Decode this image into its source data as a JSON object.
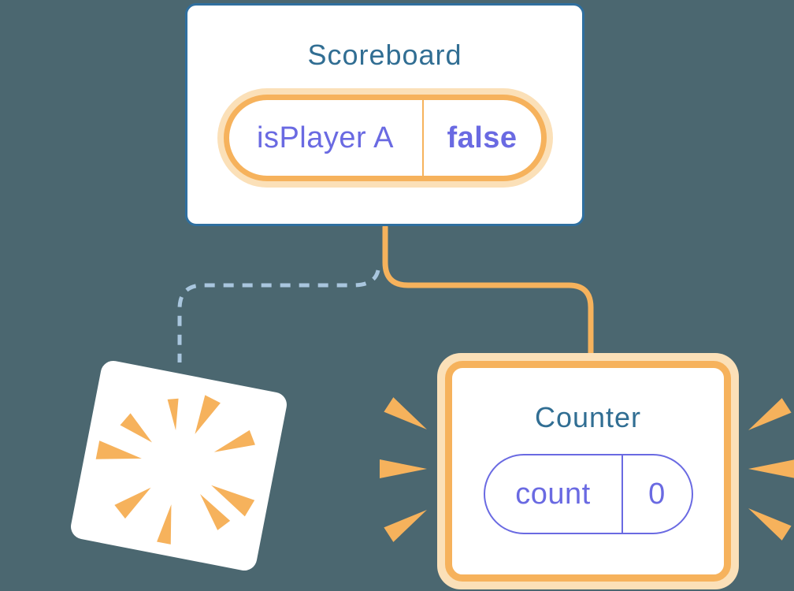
{
  "colors": {
    "background": "#4B6770",
    "card_white": "#FFFFFF",
    "card_border_blue": "#2F6F9F",
    "title_blue": "#316E93",
    "purple": "#6A6AE2",
    "orange": "#F6B25C",
    "orange_light": "#FBE0B8",
    "dashed_blue": "#A9C6DE"
  },
  "scoreboard": {
    "title": "Scoreboard",
    "state": {
      "key": "isPlayer A",
      "value": "false"
    }
  },
  "counter": {
    "title": "Counter",
    "state": {
      "key": "count",
      "value": "0"
    }
  },
  "icons": {
    "sparkle": "four-point-star",
    "burst": "orange-wedge-rays"
  }
}
